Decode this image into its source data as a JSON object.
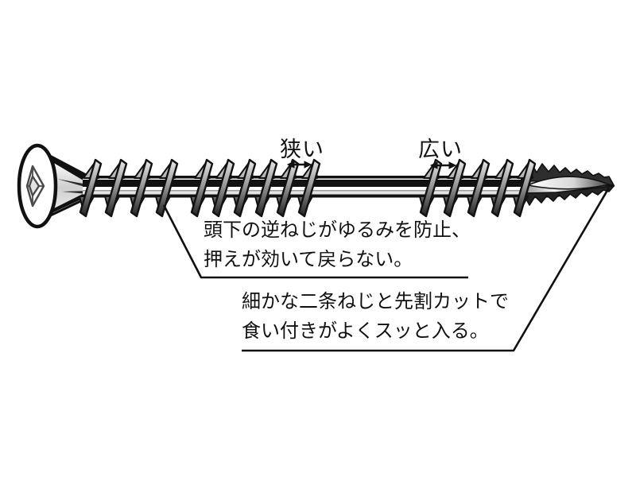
{
  "page": {
    "background_color": "#ffffff",
    "ink_color": "#111111",
    "metal_light": "#e6e6e6",
    "metal_mid": "#9a9a9a",
    "metal_dark": "#1c1c1c"
  },
  "figure": {
    "subject": "screw-illustration",
    "pitch_labels": {
      "narrow": "狭い",
      "wide": "広い"
    },
    "callouts": {
      "head": {
        "line1": "頭下の逆ねじがゆるみを防止、",
        "line2": "押えが効いて戻らない。"
      },
      "tip": {
        "line1": "細かな二条ねじと先割カットで",
        "line2": "食い付きがよくスッと入る。"
      }
    }
  }
}
